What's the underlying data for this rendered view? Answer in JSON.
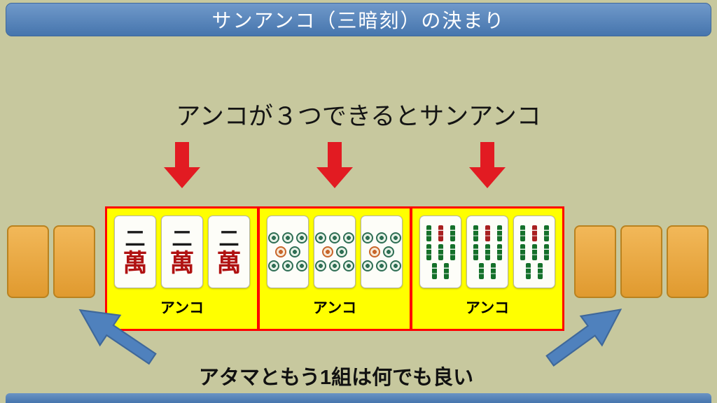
{
  "header": {
    "title": "サンアンコ（三暗刻）の決まり"
  },
  "captions": {
    "top": "アンコが３つできるとサンアンコ",
    "bottom": "アタマともう1組は何でも良い"
  },
  "groups": [
    {
      "label": "アンコ",
      "tile_type": "man",
      "tile": {
        "top_char": "二",
        "bottom_char": "萬"
      }
    },
    {
      "label": "アンコ",
      "tile_type": "pin",
      "tile": {
        "pattern": "8-circles"
      }
    },
    {
      "label": "アンコ",
      "tile_type": "sou",
      "tile": {
        "pattern": "8-bamboo"
      }
    }
  ],
  "facedown_tiles": {
    "left_count": 2,
    "right_count": 3
  },
  "icons": {
    "red_down_arrow": "block-arrow-down",
    "blue_up_left_arrow": "block-arrow-up-left",
    "blue_up_right_arrow": "block-arrow-up-right"
  },
  "colors": {
    "background": "#c7c89e",
    "header_bg": "#4f81bd",
    "footer_bg": "#4f81bd",
    "group_bg": "#ffff00",
    "group_border": "#ff0000",
    "arrow_red": "#e21b22",
    "arrow_blue": "#4f81bd",
    "facedown_tile": "#e8a33e",
    "man_char_red": "#b01212"
  }
}
